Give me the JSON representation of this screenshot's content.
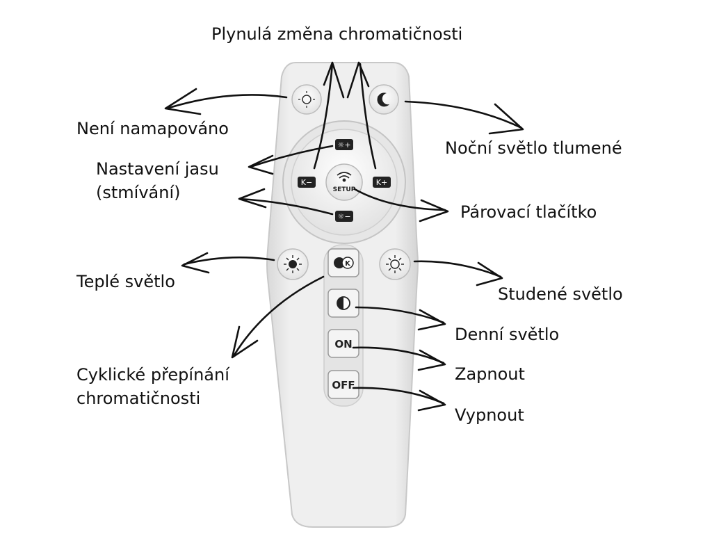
{
  "labels": {
    "top": "Plynulá změna chromatičnosti",
    "not_mapped": "Není namapováno",
    "night": "Noční světlo tlumené",
    "brightness_1": "Nastavení jasu",
    "brightness_2": "(stmívání)",
    "pairing": "Párovací tlačítko",
    "warm": "Teplé světlo",
    "cold": "Studené světlo",
    "day": "Denní světlo",
    "on": "Zapnout",
    "off": "Vypnout",
    "cycle_1": "Cyklické přepínání",
    "cycle_2": "chromatičnosti"
  },
  "remote": {
    "setup_label": "SETUP",
    "on_label": "ON",
    "off_label": "OFF",
    "k_label": "K"
  },
  "colors": {
    "remote_body": "#ececec",
    "button_face": "#f7f7f7",
    "arrow": "#111111"
  }
}
